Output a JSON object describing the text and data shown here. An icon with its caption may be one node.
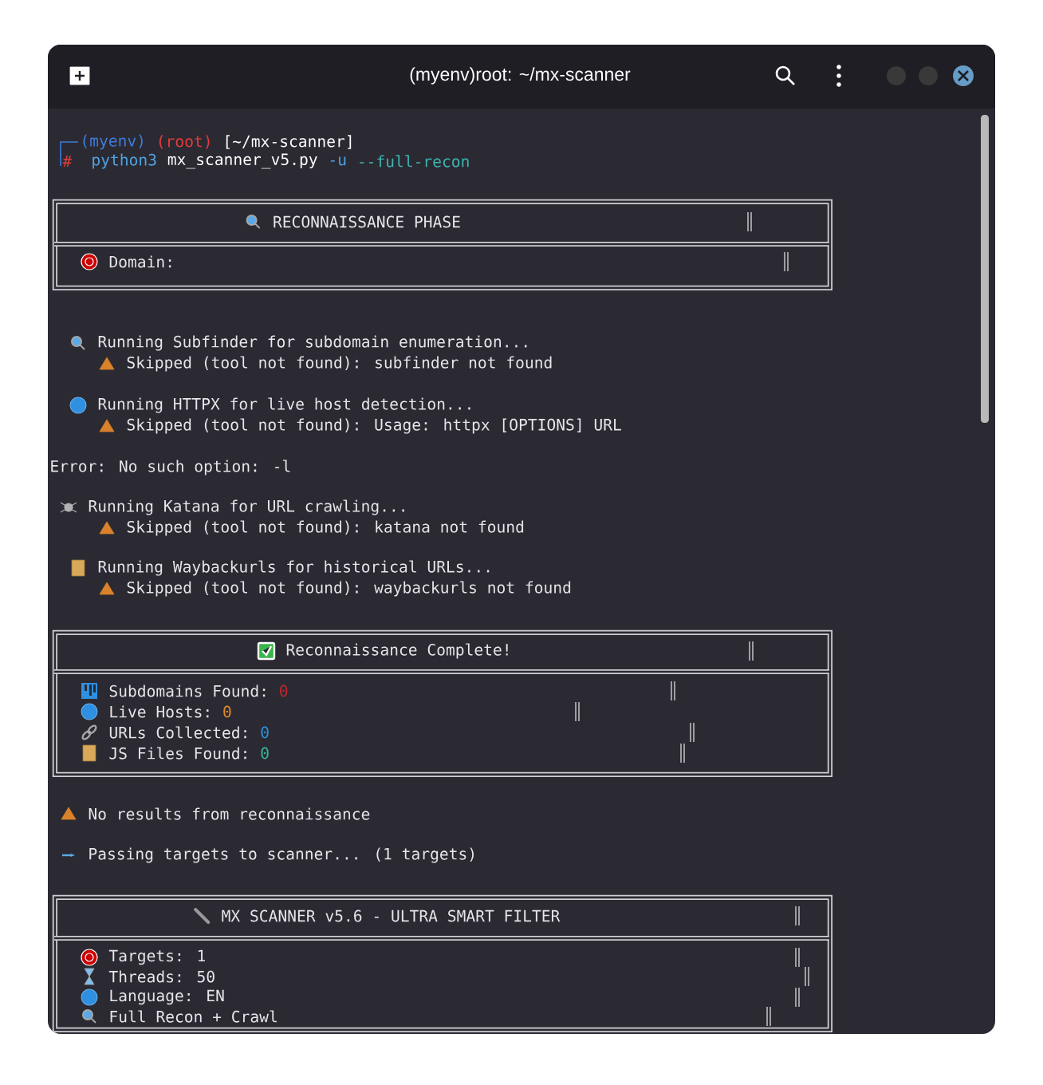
{
  "diagram": {
    "title": "(myenv)root: ~/mx-scanner",
    "nodes": [
      {
        "text": [
          "RECONNAISSANCE PHASE",
          "Domain:"
        ]
      },
      {
        "text": [
          "Reconnaissance Complete!",
          "Subdomains Found:",
          "0",
          "Live Hosts:",
          "0",
          "URLs Collected:",
          "0",
          "JS Files Found:",
          "0"
        ]
      },
      {
        "text": [
          "MX SCANNER v5.6 - ULTRA SMART FILTER",
          "Targets: 1",
          "Threads: 50",
          "Language: EN",
          "Full Recon + Crawl"
        ]
      }
    ],
    "labels": [
      "(myenv)",
      "(root)",
      "[~/mx-scanner]",
      "#",
      "python3",
      "mx_scanner_v5.py",
      "-u",
      "--full-recon",
      "Running Subfinder for subdomain enumeration...",
      "Skipped (tool not found): subfinder not found",
      "Running HTTPX for live host detection...",
      "Skipped (tool not found): Usage: httpx [OPTIONS] URL",
      "Error: No such option: -l",
      "Running Katana for URL crawling...",
      "Skipped (tool not found): katana not found",
      "Running Waybackurls for historical URLs...",
      "Skipped (tool not found): waybackurls not found",
      "No results from reconnaissance",
      "Passing targets to scanner... (1 targets)"
    ]
  }
}
